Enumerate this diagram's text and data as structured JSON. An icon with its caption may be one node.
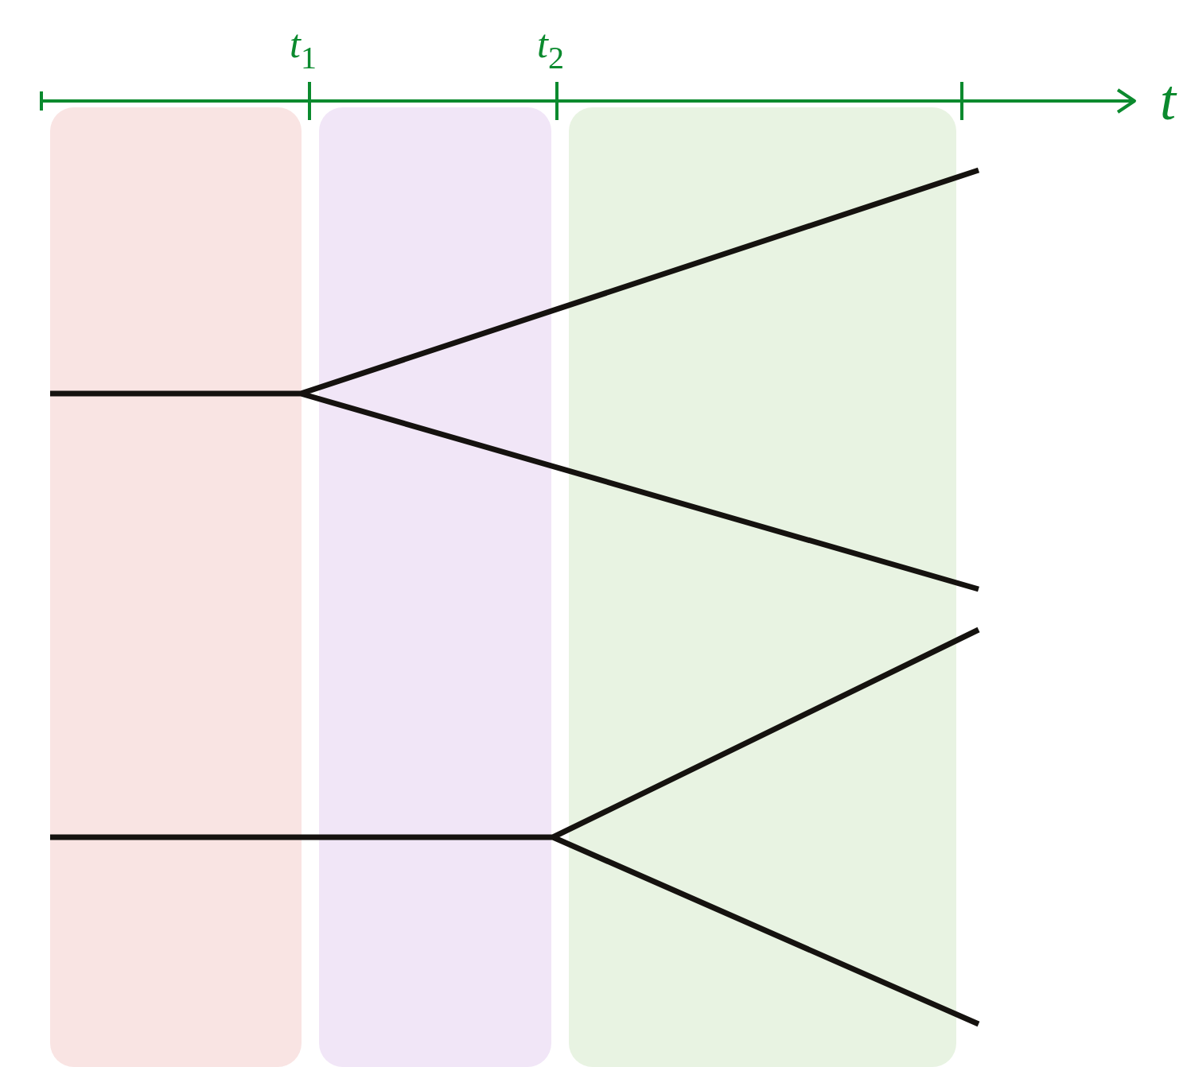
{
  "diagram": {
    "nodes": [
      {
        "text": [],
        "shape": "box"
      },
      {
        "text": [],
        "shape": "box"
      },
      {
        "text": [],
        "shape": "box"
      }
    ],
    "labels": [
      "*t*$_{1}$",
      "*t*$_{2}$",
      "t"
    ]
  }
}
